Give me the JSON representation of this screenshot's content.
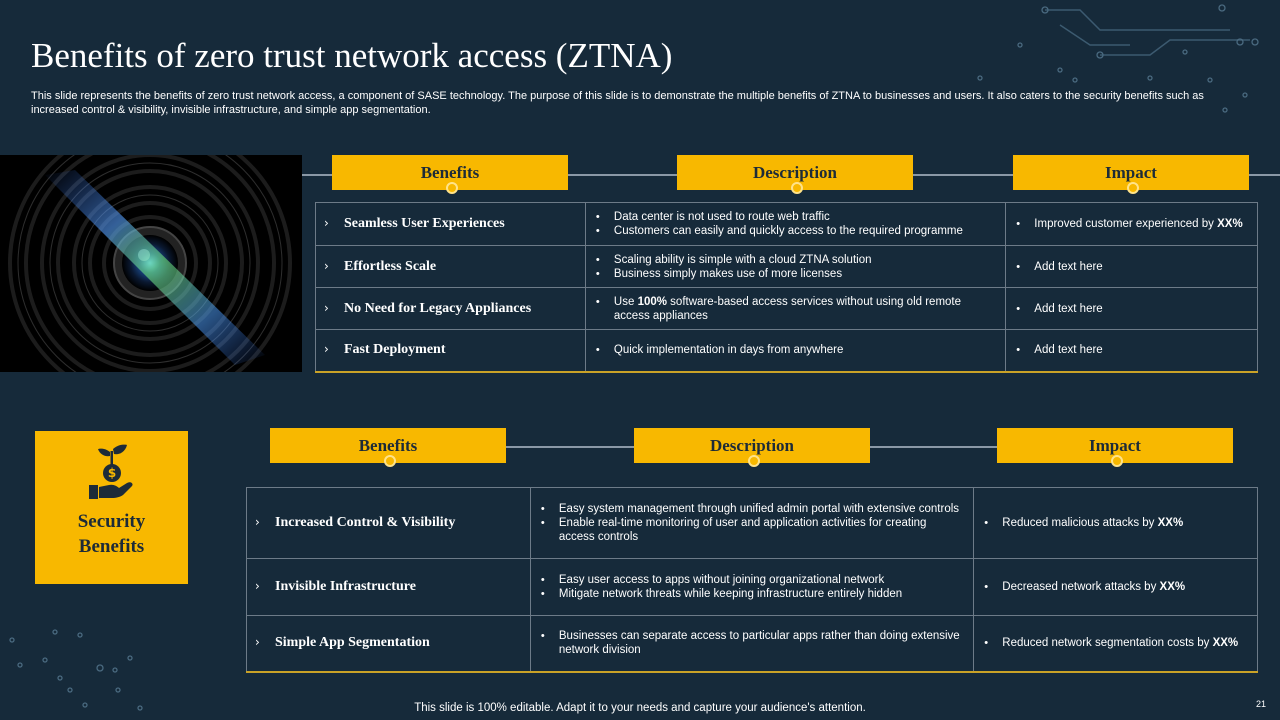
{
  "slide": {
    "title": "Benefits of zero trust network access (ZTNA)",
    "subtitle": "This slide represents the benefits of zero trust network access, a component of SASE  technology. The purpose of this slide is to demonstrate the multiple benefits of ZTNA to businesses and users. It also caters to the security benefits such as increased control & visibility, invisible infrastructure, and simple app segmentation.",
    "footer": "This slide is 100% editable. Adapt it to your needs and capture your audience's attention.",
    "page_number": "21"
  },
  "colors": {
    "background": "#162a3a",
    "accent": "#f8b800",
    "grid_line": "#6d7b88"
  },
  "table1": {
    "headers": {
      "benefits": "Benefits",
      "description": "Description",
      "impact": "Impact"
    },
    "rows": [
      {
        "benefit": "Seamless User Experiences",
        "desc": [
          "Data center is not used to route web traffic",
          "Customers can easily and quickly access to the required programme"
        ],
        "impact_pre": "Improved customer experienced by ",
        "impact_bold": "XX%"
      },
      {
        "benefit": "Effortless Scale",
        "desc": [
          "Scaling ability is simple with a cloud ZTNA solution",
          "Business simply makes use of more licenses"
        ],
        "impact_pre": "Add text here",
        "impact_bold": ""
      },
      {
        "benefit": "No Need for Legacy Appliances",
        "desc_pre": "Use ",
        "desc_bold": "100%",
        "desc_post": " software-based access services without using old remote access appliances",
        "impact_pre": "Add text here",
        "impact_bold": ""
      },
      {
        "benefit": "Fast Deployment",
        "desc": [
          "Quick implementation in days from anywhere"
        ],
        "impact_pre": "Add text here",
        "impact_bold": ""
      }
    ]
  },
  "security": {
    "label_line1": "Security",
    "label_line2": "Benefits",
    "icon": "money-plant-hand-icon"
  },
  "table2": {
    "headers": {
      "benefits": "Benefits",
      "description": "Description",
      "impact": "Impact"
    },
    "rows": [
      {
        "benefit": "Increased Control & Visibility",
        "desc": [
          "Easy system management through unified admin portal with extensive controls",
          "Enable real-time monitoring of user and application activities for creating access controls"
        ],
        "impact_pre": "Reduced malicious attacks by ",
        "impact_bold": "XX%"
      },
      {
        "benefit": "Invisible Infrastructure",
        "desc": [
          "Easy user access to apps without joining organizational network",
          "Mitigate network threats while keeping infrastructure entirely hidden"
        ],
        "impact_pre": "Decreased network attacks by ",
        "impact_bold": "XX%"
      },
      {
        "benefit": "Simple App Segmentation",
        "desc": [
          "Businesses can separate access to particular apps rather than doing extensive network division"
        ],
        "impact_pre": "Reduced network segmentation costs by ",
        "impact_bold": "XX%"
      }
    ]
  }
}
